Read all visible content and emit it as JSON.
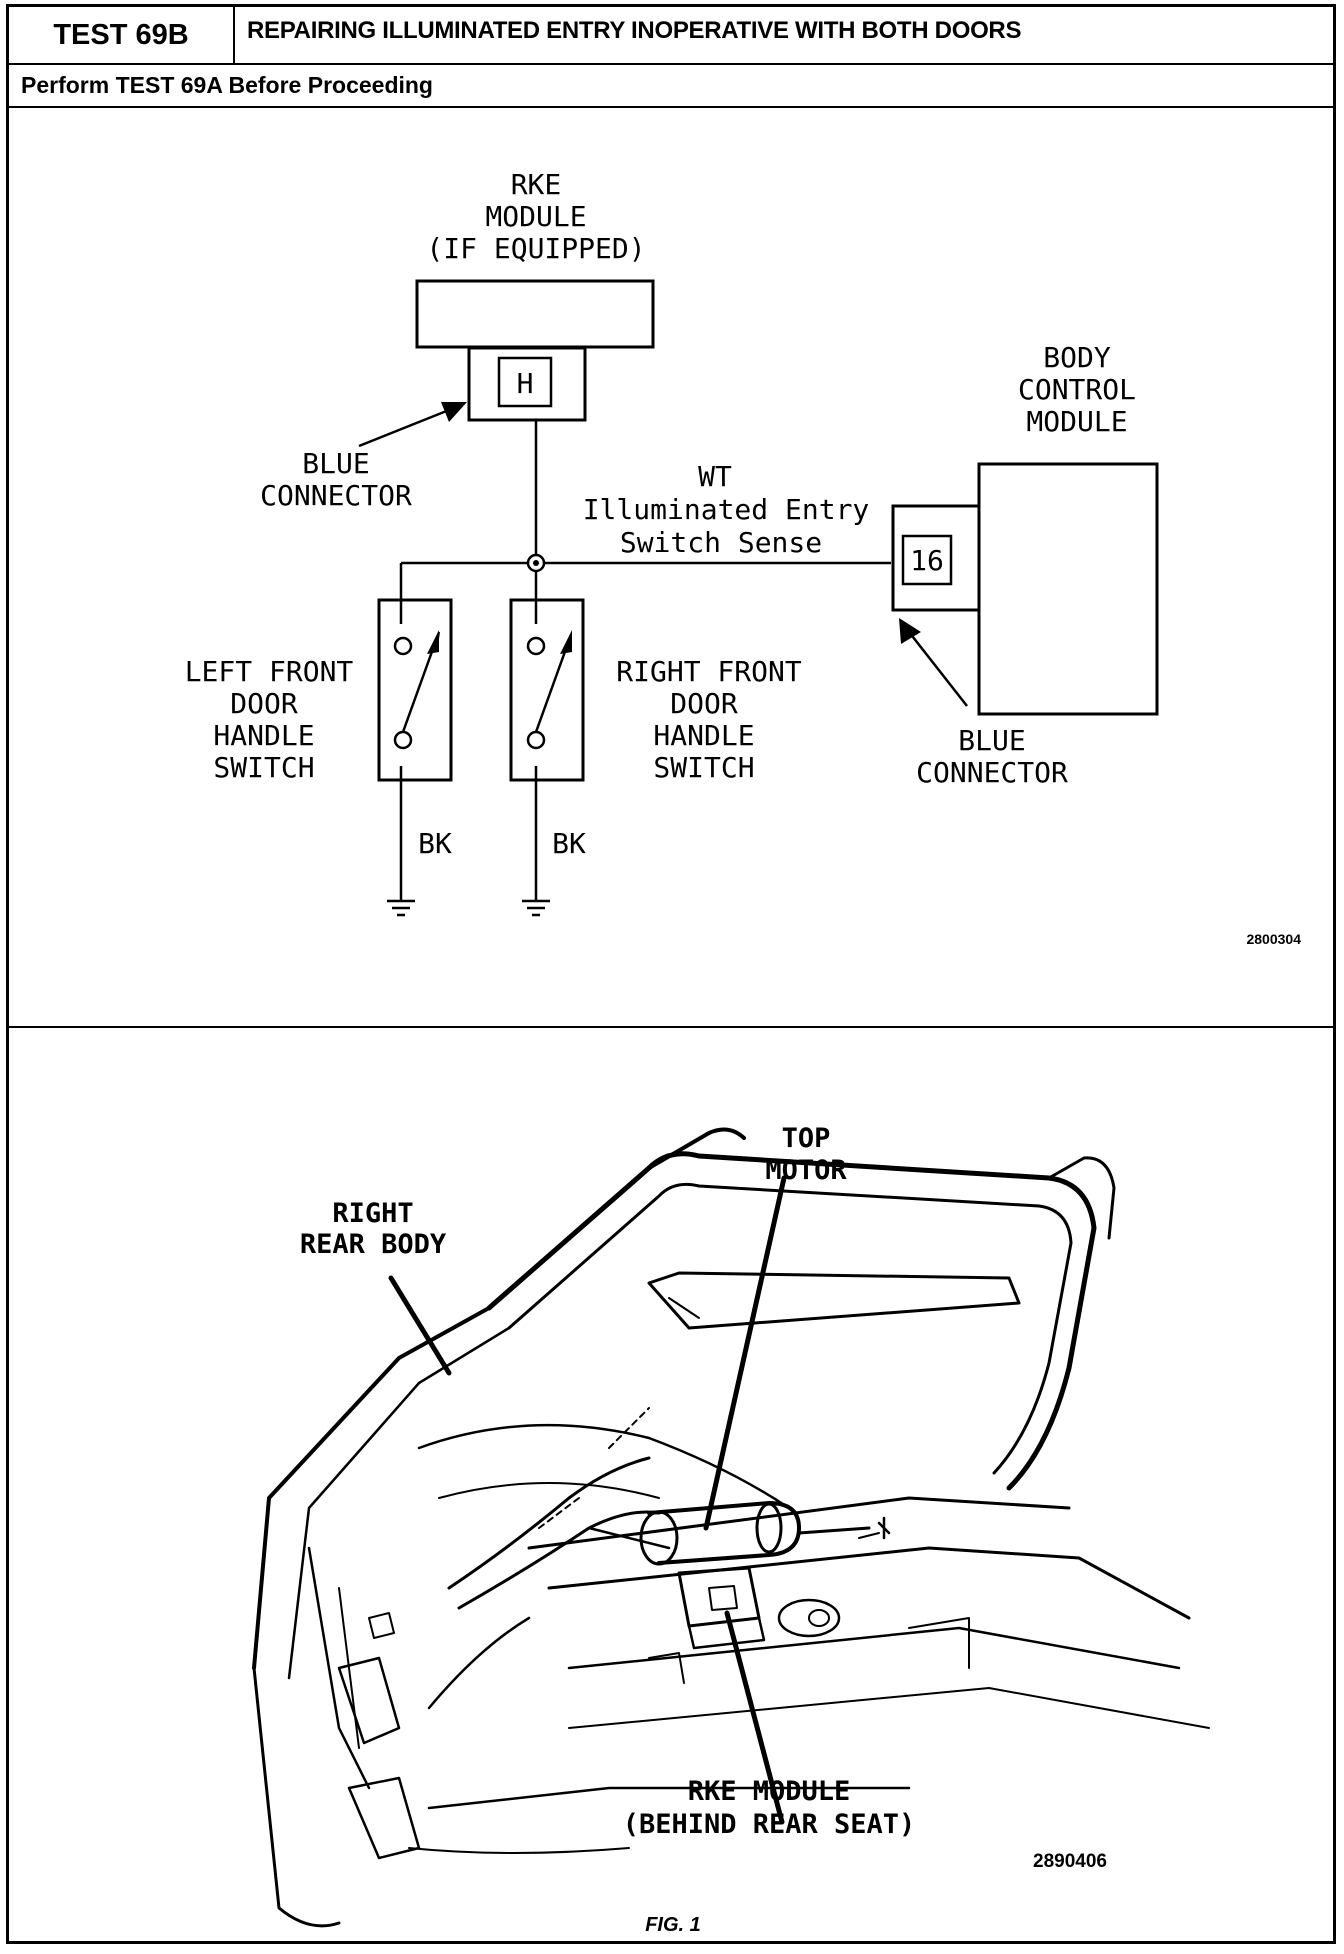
{
  "header": {
    "test_id": "TEST 69B",
    "title": "REPAIRING ILLUMINATED ENTRY INOPERATIVE WITH BOTH DOORS"
  },
  "subheader": "Perform TEST 69A Before Proceeding",
  "schematic": {
    "rke_module": [
      "RKE",
      "MODULE",
      "(IF EQUIPPED)"
    ],
    "rke_pin": "H",
    "rke_connector": [
      "BLUE",
      "CONNECTOR"
    ],
    "wire_color": "WT",
    "wire_desc": [
      "Illuminated Entry",
      "Switch Sense"
    ],
    "bcm": [
      "BODY",
      "CONTROL",
      "MODULE"
    ],
    "bcm_pin": "16",
    "bcm_connector": [
      "BLUE",
      "CONNECTOR"
    ],
    "left_switch": [
      "LEFT FRONT",
      "DOOR",
      "HANDLE",
      "SWITCH"
    ],
    "right_switch": [
      "RIGHT FRONT",
      "DOOR",
      "HANDLE",
      "SWITCH"
    ],
    "ground_wire_left": "BK",
    "ground_wire_right": "BK",
    "figure_number": "2800304"
  },
  "locator": {
    "top_motor": [
      "TOP",
      "MOTOR"
    ],
    "right_rear_body": [
      "RIGHT",
      "REAR BODY"
    ],
    "rke_module": [
      "RKE MODULE",
      "(BEHIND REAR SEAT)"
    ],
    "figure_number": "2890406",
    "caption": "FIG. 1"
  }
}
